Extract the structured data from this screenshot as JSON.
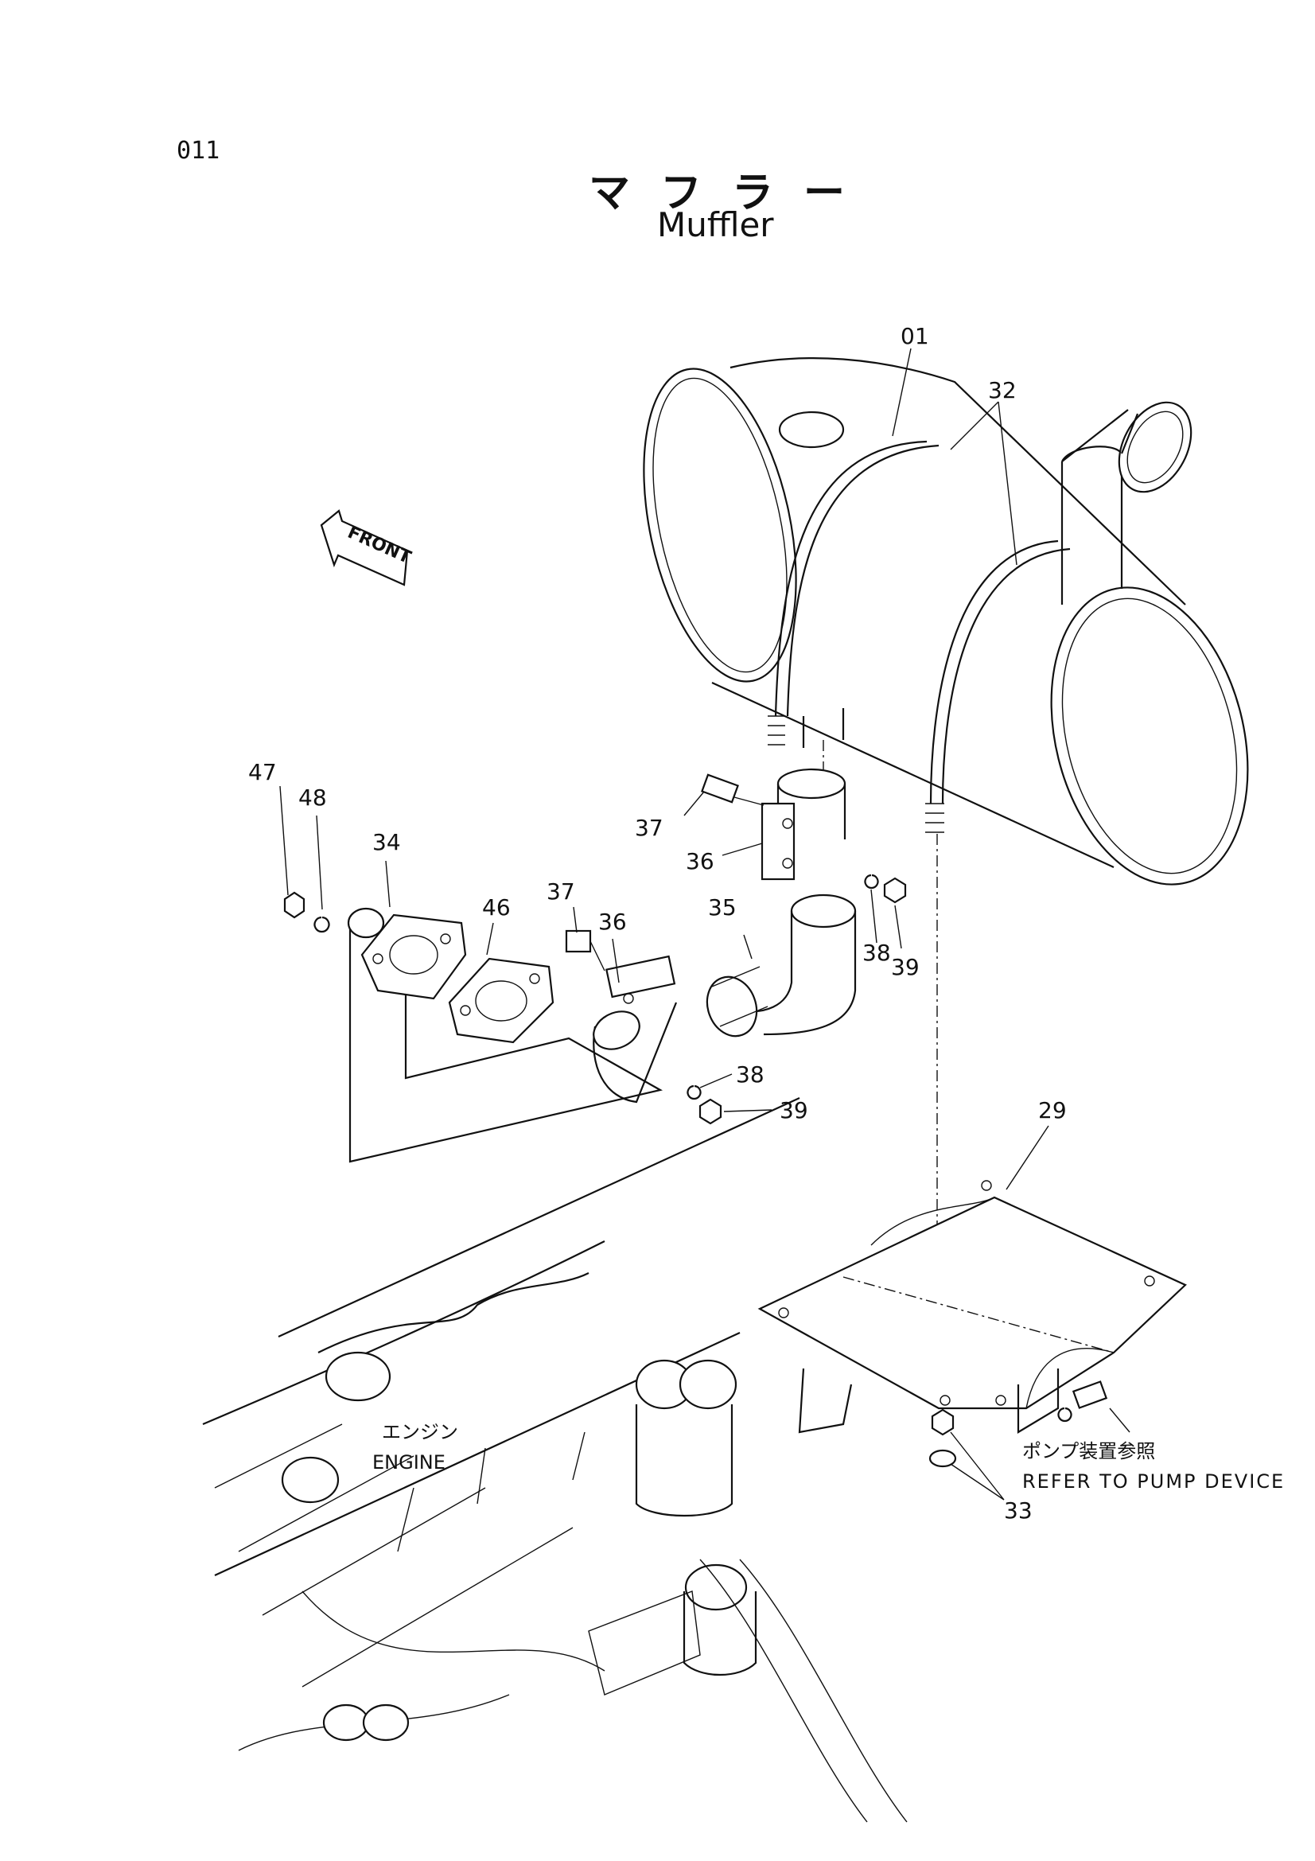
{
  "header": {
    "page_code": "011",
    "title_jp": "マフラー",
    "title_en": "Muffler"
  },
  "direction_marker": {
    "label": "FRONT"
  },
  "callouts": {
    "p01": "01",
    "p32": "32",
    "p47": "47",
    "p48": "48",
    "p34": "34",
    "p37a": "37",
    "p36a": "36",
    "p38a": "38",
    "p39a": "39",
    "p37b": "37",
    "p46": "46",
    "p36b": "36",
    "p35": "35",
    "p38b": "38",
    "p39b": "39",
    "p29": "29",
    "p33": "33"
  },
  "notes": {
    "engine_jp": "エンジン",
    "engine_en": "ENGINE",
    "pump_jp": "ポンプ装置参照",
    "pump_en": "REFER TO PUMP DEVICE"
  }
}
